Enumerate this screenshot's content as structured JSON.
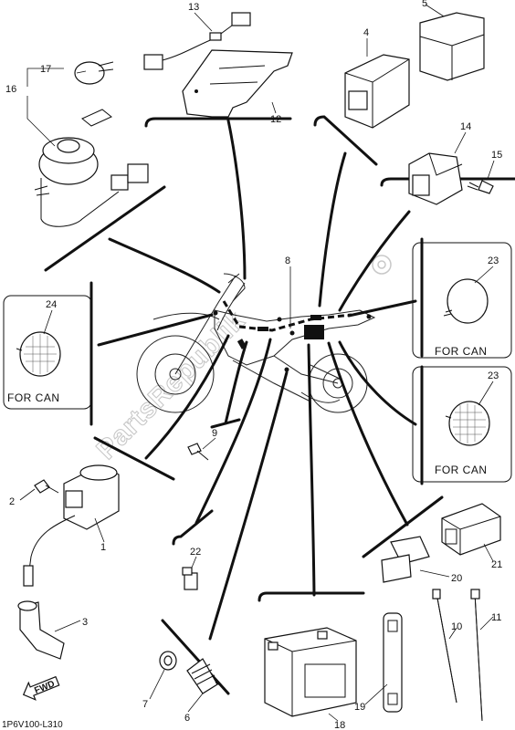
{
  "callouts": {
    "n1": "1",
    "n2": "2",
    "n3": "3",
    "n4": "4",
    "n5": "5",
    "n6": "6",
    "n7": "7",
    "n8": "8",
    "n9": "9",
    "n10": "10",
    "n11": "11",
    "n12": "12",
    "n13": "13",
    "n14": "14",
    "n15": "15",
    "n16": "16",
    "n17": "17",
    "n18": "18",
    "n19": "19",
    "n20": "20",
    "n21": "21",
    "n22": "22",
    "n23a": "23",
    "n23b": "23",
    "n24": "24"
  },
  "insets": {
    "can_top": "FOR CAN",
    "can_bottom": "FOR CAN",
    "can_left": "FOR CAN"
  },
  "labels": {
    "fwd": "FWD",
    "diagram_code": "1P6V100-L310",
    "watermark": "PartsRepublik"
  }
}
